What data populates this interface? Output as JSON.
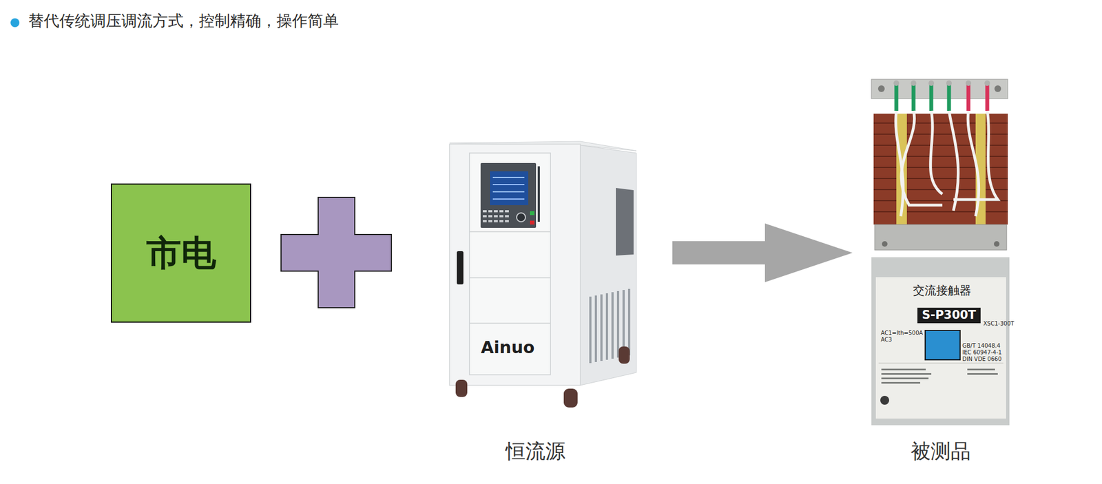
{
  "diagram": {
    "title": "替代传统调压调流方式，控制精确，操作简单",
    "nodes": [
      {
        "text": [
          "市电"
        ]
      },
      {
        "text": [
          "恒流源"
        ]
      },
      {
        "text": [
          "被测品"
        ]
      }
    ],
    "edges": [
      {
        "from": 1,
        "to": 2,
        "arrow": "to"
      }
    ],
    "labels": [
      "Ainuo",
      "交流接触器",
      "S-P300T",
      "XSC1-300T",
      "AC1=Ith=500A",
      "AC3",
      "GB/T 14048.4",
      "IEC 60947-4-1",
      "DIN VDE 0660"
    ]
  }
}
